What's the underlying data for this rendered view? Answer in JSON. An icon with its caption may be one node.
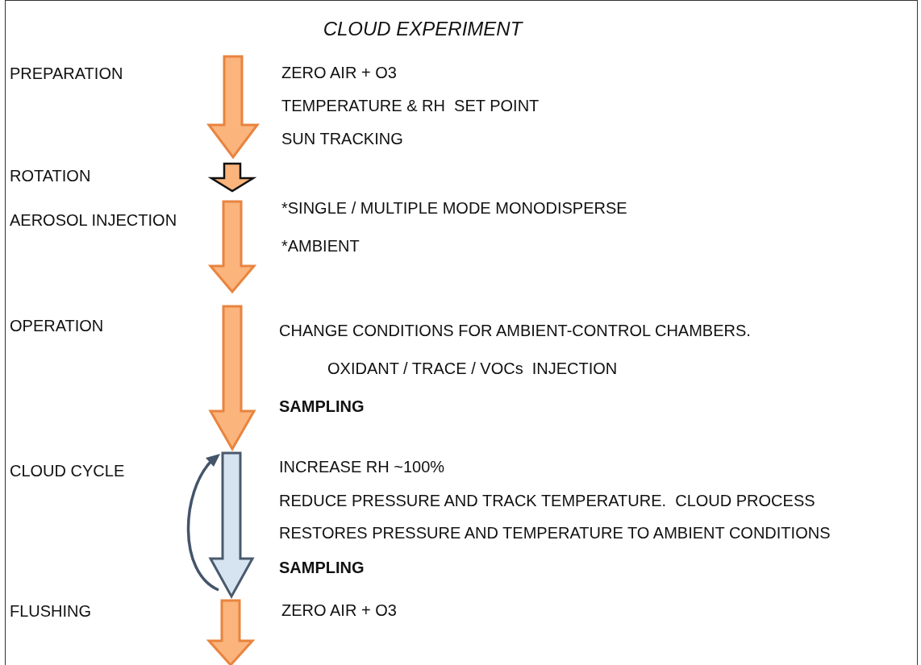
{
  "diagram": {
    "title": "CLOUD EXPERIMENT",
    "labels": [
      "PREPARATION",
      "ZERO AIR + O3",
      "TEMPERATURE & RH  SET POINT",
      "SUN TRACKING",
      "ROTATION",
      "*SINGLE / MULTIPLE MODE MONODISPERSE",
      "AEROSOL INJECTION",
      "*AMBIENT",
      "OPERATION",
      "CHANGE CONDITIONS FOR AMBIENT-CONTROL CHAMBERS.",
      "OXIDANT / TRACE / VOCs  INJECTION",
      "SAMPLING",
      "CLOUD CYCLE",
      "INCREASE RH ~100%",
      "REDUCE PRESSURE AND TRACK TEMPERATURE.  CLOUD PROCESS",
      "RESTORES PRESSURE AND TEMPERATURE TO AMBIENT CONDITIONS",
      "SAMPLING",
      "FLUSHING",
      "ZERO AIR + O3"
    ]
  }
}
